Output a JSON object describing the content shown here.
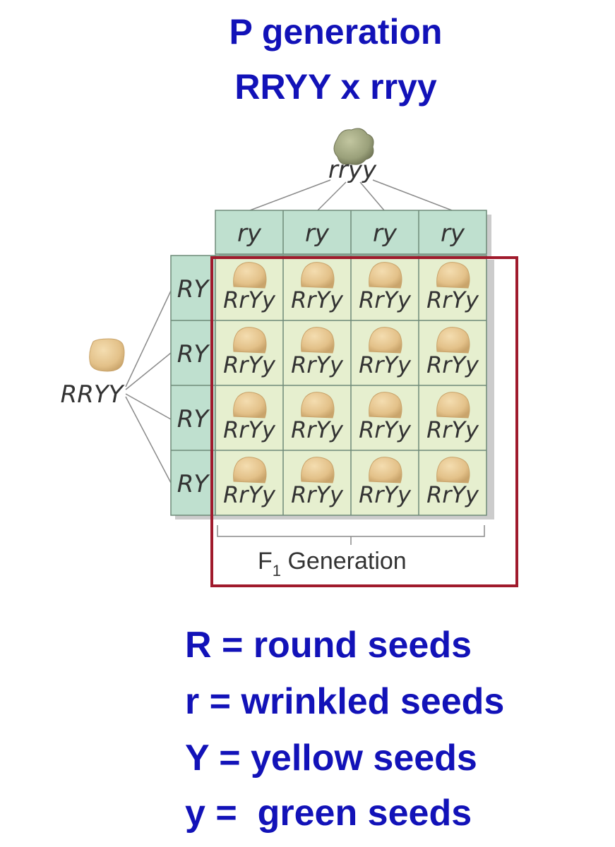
{
  "header": {
    "title": "P generation",
    "cross": "RRYY  x   rryy"
  },
  "parents": {
    "top": "rryy",
    "left": "RRYY"
  },
  "punnett": {
    "column_gametes": [
      "ry",
      "ry",
      "ry",
      "ry"
    ],
    "row_gametes": [
      "RY",
      "RY",
      "RY",
      "RY"
    ],
    "cells": [
      [
        "RrYy",
        "RrYy",
        "RrYy",
        "RrYy"
      ],
      [
        "RrYy",
        "RrYy",
        "RrYy",
        "RrYy"
      ],
      [
        "RrYy",
        "RrYy",
        "RrYy",
        "RrYy"
      ],
      [
        "RrYy",
        "RrYy",
        "RrYy",
        "RrYy"
      ]
    ],
    "offspring_label_base": "F",
    "offspring_label_sub": "1",
    "offspring_label_rest": " Generation"
  },
  "legend": [
    "R = round seeds",
    "r = wrinkled seeds",
    "Y = yellow seeds",
    "y =  green seeds"
  ],
  "colors": {
    "text_blue": "#1212b8",
    "header_fill": "#bfe0cf",
    "cell_fill": "#e6efcf",
    "highlight_border": "#a01a2c",
    "seed_round": "#e6c58d",
    "seed_green": "#9aa07a"
  }
}
